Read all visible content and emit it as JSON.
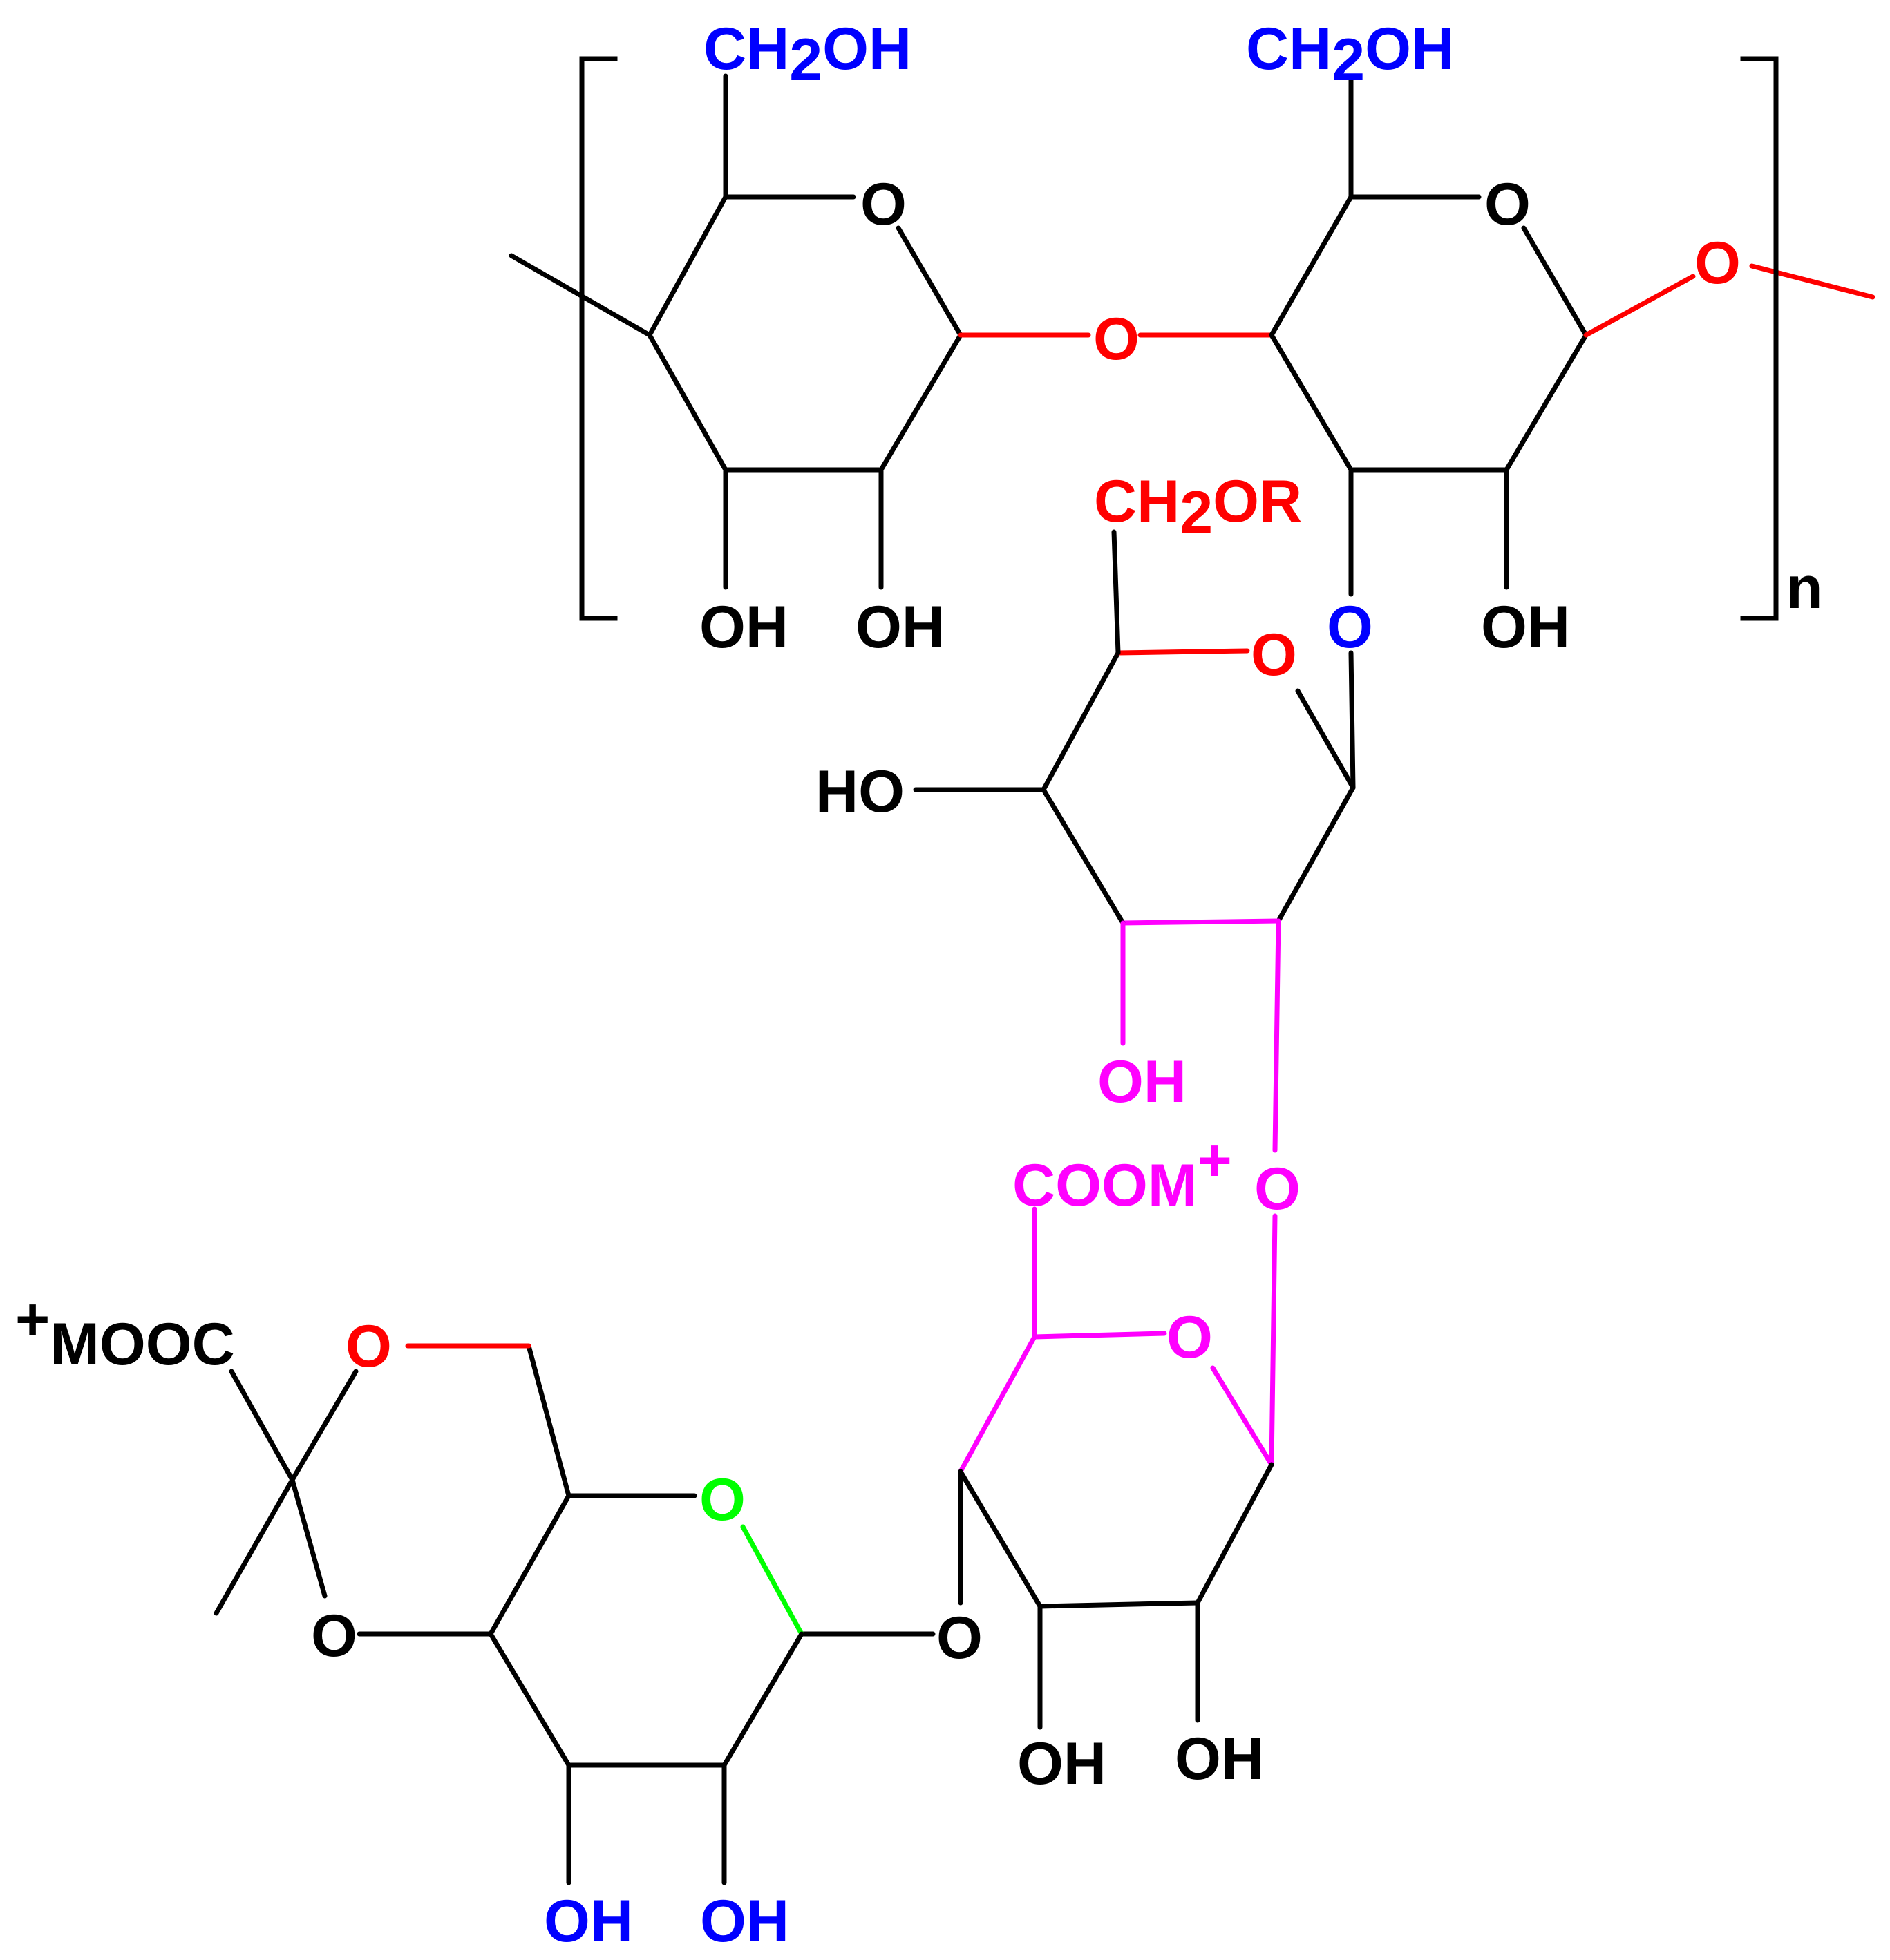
{
  "colors": {
    "black": "#000000",
    "red": "#ff0000",
    "blue": "#0000ff",
    "magenta": "#ff00ff",
    "green": "#00ff00"
  },
  "labels": {
    "ch2oh_1": {
      "main": "CH",
      "sub": "2",
      "tail": "OH"
    },
    "ch2oh_2": {
      "main": "CH",
      "sub": "2",
      "tail": "OH"
    },
    "ch2or": {
      "main": "CH",
      "sub": "2",
      "tail": "OR"
    },
    "ring1_o": "O",
    "ring2_o": "O",
    "glyco_o_1": "O",
    "glyco_o_2": "O",
    "ring1_oh_a": "OH",
    "ring1_oh_b": "OH",
    "ring2_o_link": "O",
    "ring2_oh": "OH",
    "repeat_n": "n",
    "ring3_o": "O",
    "ring3_ho": "HO",
    "ring3_oh": "OH",
    "link_o_3": "O",
    "coom": {
      "main": "COOM",
      "sup": "+"
    },
    "ring4_o": "O",
    "ring4_oh_a": "OH",
    "ring4_oh_b": "OH",
    "link_o_4": "O",
    "mooc": {
      "sup": "+",
      "main": "MOOC"
    },
    "pyruvate_o_top": "O",
    "pyruvate_o_bottom": "O",
    "ring5_o": "O",
    "ring5_oh_a": "OH",
    "ring5_oh_b": "OH"
  }
}
